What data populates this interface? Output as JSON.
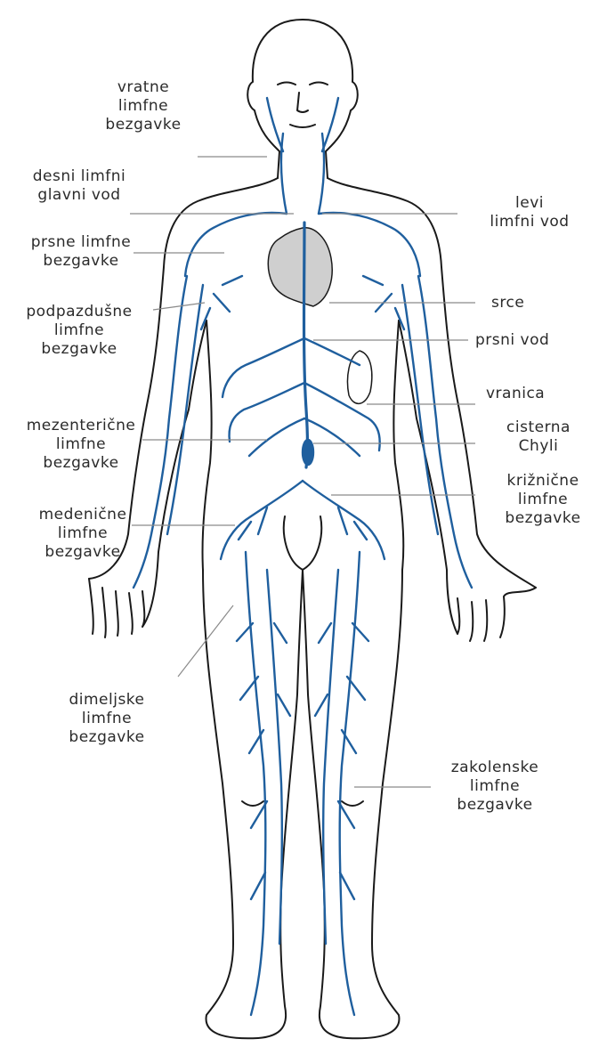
{
  "colors": {
    "outline": "#1a1a1a",
    "lymph": "#1f5f9e",
    "leader": "#8a8a8a",
    "heart_fill": "#cfcfcf",
    "text": "#2b2b2b",
    "background": "#ffffff"
  },
  "labels": {
    "cervical": "vratne\nlimfne\nbezgavke",
    "right_duct": "desni limfni\nglavni vod",
    "thoracic_nodes": "prsne limfne\nbezgavke",
    "axillary": "podpazdušne\nlimfne\nbezgavke",
    "mesenteric": "mezenterične\nlimfne\nbezgavke",
    "pelvic": "medenične\nlimfne\nbezgavke",
    "inguinal": "dimeljske\nlimfne\nbezgavke",
    "left_duct": "levi\nlimfni vod",
    "heart": "srce",
    "thoracic_duct": "prsni vod",
    "spleen": "vranica",
    "cisterna": "cisterna\nChyli",
    "sacral": "križnične\nlimfne\nbezgavke",
    "popliteal": "zakolenske\nlimfne\nbezgavke"
  }
}
